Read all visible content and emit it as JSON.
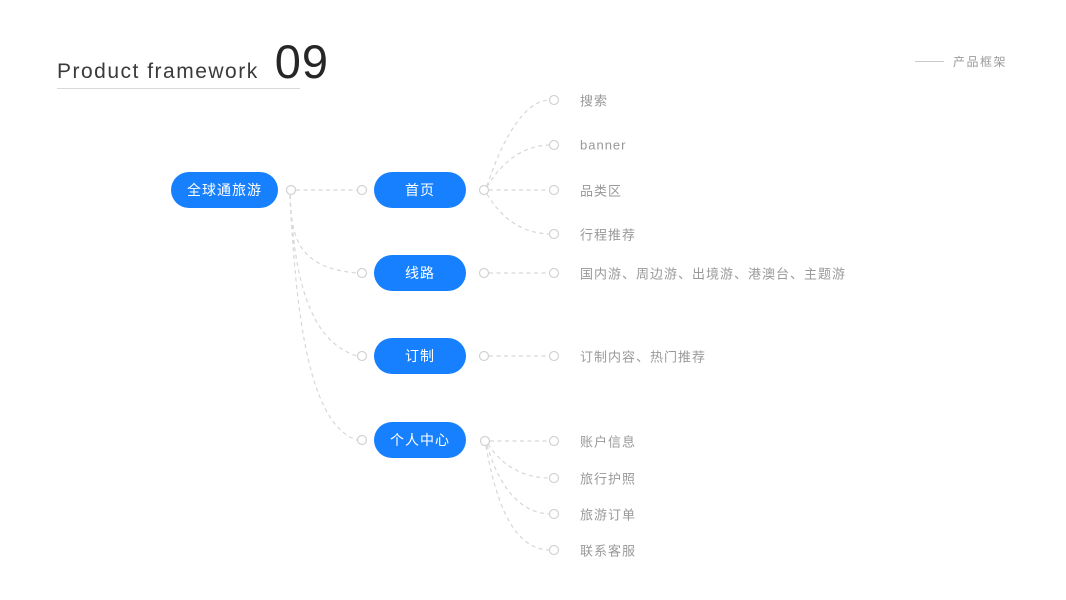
{
  "header": {
    "title": "Product framework",
    "number": "09",
    "corner_label": "产品框架"
  },
  "tree": {
    "root": {
      "label": "全球通旅游"
    },
    "branches": [
      {
        "label": "首页",
        "children": [
          "搜索",
          "banner",
          "品类区",
          "行程推荐"
        ]
      },
      {
        "label": "线路",
        "children": [
          "国内游、周边游、出境游、港澳台、主题游"
        ]
      },
      {
        "label": "订制",
        "children": [
          "订制内容、热门推荐"
        ]
      },
      {
        "label": "个人中心",
        "children": [
          "账户信息",
          "旅行护照",
          "旅游订单",
          "联系客服"
        ]
      }
    ]
  },
  "colors": {
    "node_fill": "#1780ff",
    "node_text": "#ffffff",
    "leaf_text": "#999999",
    "connector": "#d7d7d7",
    "dot_stroke": "#d2d2d2"
  }
}
